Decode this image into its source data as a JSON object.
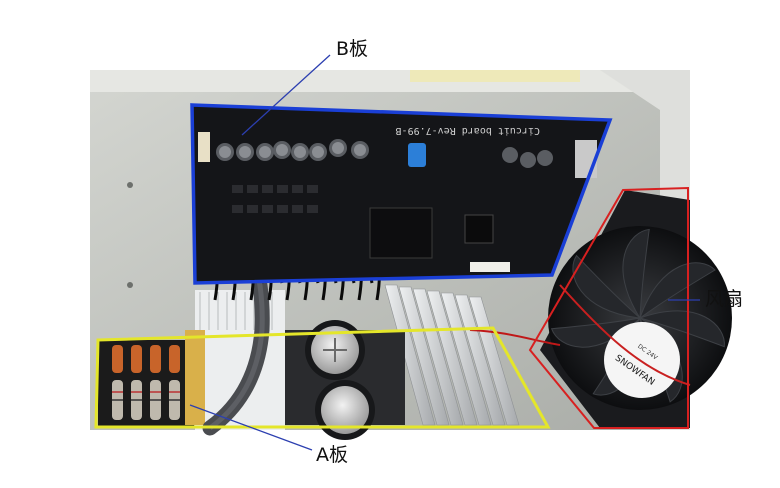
{
  "labels": {
    "board_b": "B板",
    "fan": "风扇",
    "board_a": "A板"
  },
  "board_b_silkscreen": "Circuit board Rev-7.99-B",
  "fan_sticker": {
    "brand": "SNOWFAN",
    "voltage": "DC 24V"
  },
  "colors": {
    "board_b_outline": "#1a3fd6",
    "board_a_outline": "#e4e62a",
    "fan_outline": "#d82020",
    "leader_line": "#2c3fb0",
    "pcb": "#141518",
    "chassis": "#bfc2bd",
    "heatsink": "#d9dbdd"
  },
  "icons": {
    "capacitor": "capacitor-icon",
    "fan_blade": "fan-icon",
    "heatsink": "heatsink-icon"
  }
}
